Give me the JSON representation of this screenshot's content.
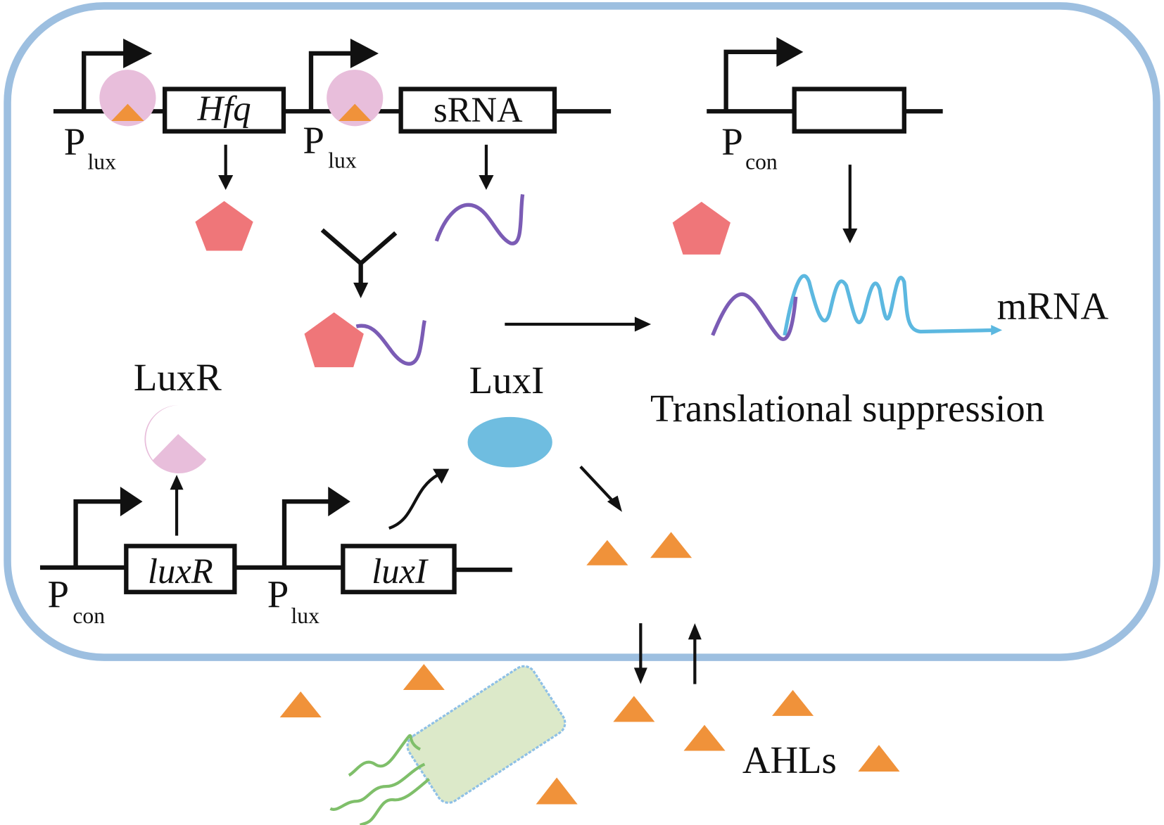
{
  "figure": {
    "title": "AHL-based quorum sensing circuit with Hfq/sRNA translational suppression",
    "colors": {
      "cell_membrane": "#9dbfe0",
      "luxr_protein": "#e8bedb",
      "ahl": "#f0923a",
      "hfq_protein": "#ef7679",
      "srna": "#7b5cb5",
      "mrna": "#5cb8e0",
      "luxi_protein": "#6fbde0",
      "bacterium_fill": "#dce9c9",
      "bacterium_outline": "#8ec0e6",
      "flagella": "#7fbf6a"
    },
    "constructs": {
      "hfq_cassette": {
        "promoter": "P",
        "promoter_sub": "lux",
        "gene": "Hfq"
      },
      "srna_cassette": {
        "promoter": "P",
        "promoter_sub": "lux",
        "gene": "sRNA"
      },
      "target_cassette": {
        "promoter": "P",
        "promoter_sub": "con",
        "gene": ""
      },
      "luxr_cassette": {
        "promoter": "P",
        "promoter_sub": "con",
        "gene": "luxR"
      },
      "luxi_cassette": {
        "promoter": "P",
        "promoter_sub": "lux",
        "gene": "luxI"
      }
    },
    "labels": {
      "mrna": "mRNA",
      "translational_suppression": "Translational suppression",
      "luxr": "LuxR",
      "luxi": "LuxI",
      "ahls": "AHLs"
    }
  }
}
